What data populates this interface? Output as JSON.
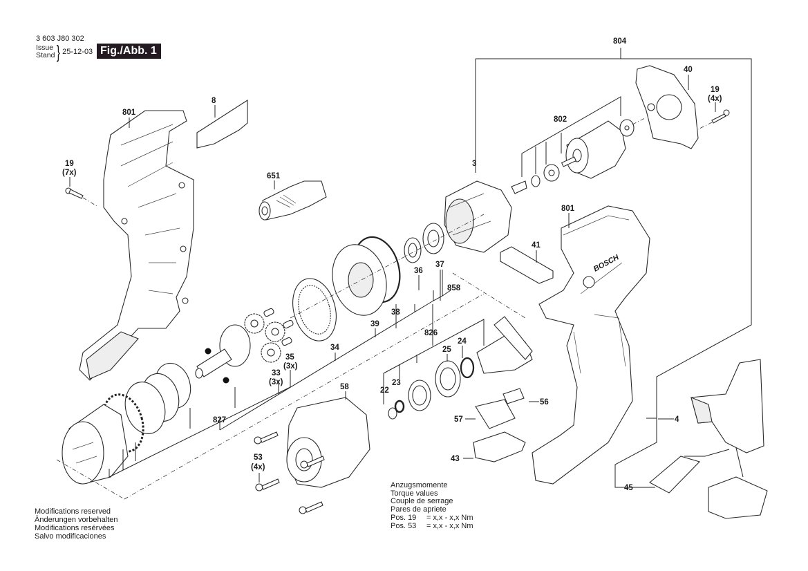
{
  "header": {
    "doc_number": "3 603 J80 302",
    "issue_label_en": "Issue",
    "issue_label_de": "Stand",
    "issue_date": "25-12-03",
    "figure_label": "Fig./Abb. 1"
  },
  "footer": {
    "lines": [
      "Modifications reserved",
      "Änderungen vorbehalten",
      "Modifications resérvées",
      "Salvo modificaciones"
    ]
  },
  "torque": {
    "titles": [
      "Anzugsmomente",
      "Torque values",
      "Couple de serrage",
      "Pares de apriete"
    ],
    "rows": [
      {
        "pos": "Pos.  19",
        "value": "= x,x - x,x Nm"
      },
      {
        "pos": "Pos.  53",
        "value": "= x,x - x,x Nm"
      }
    ]
  },
  "callouts": {
    "c801_left": "801",
    "c8": "8",
    "c19_left": "19",
    "c19_left_qty": "(7x)",
    "c651": "651",
    "c804": "804",
    "c40": "40",
    "c19_right": "19",
    "c19_right_qty": "(4x)",
    "c802": "802",
    "c3": "3",
    "c801_right": "801",
    "c41": "41",
    "c36": "36",
    "c37": "37",
    "c858": "858",
    "c38": "38",
    "c39": "39",
    "c826": "826",
    "c34": "34",
    "c24": "24",
    "c25": "25",
    "c35": "35",
    "c35_qty": "(3x)",
    "c33": "33",
    "c33_qty": "(3x)",
    "c58": "58",
    "c22": "22",
    "c23": "23",
    "c56": "56",
    "c57": "57",
    "c827": "827",
    "c4": "4",
    "c43": "43",
    "c53": "53",
    "c53_qty": "(4x)",
    "c45": "45",
    "brand_text": "BOSCH"
  }
}
